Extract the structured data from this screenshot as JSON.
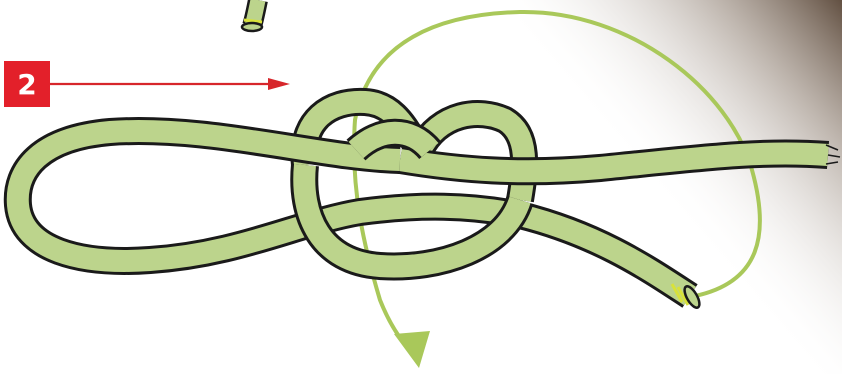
{
  "diagram": {
    "step_number": "2",
    "colors": {
      "rope_fill": "#bcd48c",
      "rope_outline": "#1a1a1a",
      "badge": "#e3202a",
      "pointer_arrow": "#d7262b",
      "path_arrow": "#a9c85a",
      "rope_end_band": "#d8e23a",
      "background_shade": "#7b6a5c"
    },
    "icons": {
      "pointer": "red-arrow-right",
      "path": "green-curved-arrow-down"
    }
  }
}
